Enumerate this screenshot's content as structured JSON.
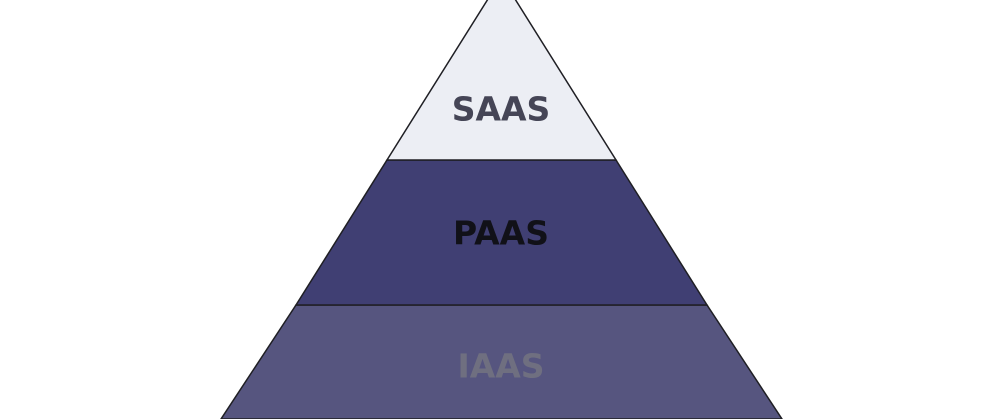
{
  "pyramid": {
    "layers": [
      {
        "label": "SAAS",
        "fill": "#eceef4",
        "text_color": "#454556"
      },
      {
        "label": "PAAS",
        "fill": "#403f73",
        "text_color": "#111118"
      },
      {
        "label": "IAAS",
        "fill": "#56557f",
        "text_color": "#6f6f80"
      }
    ],
    "outline_color": "#1f1f24"
  }
}
